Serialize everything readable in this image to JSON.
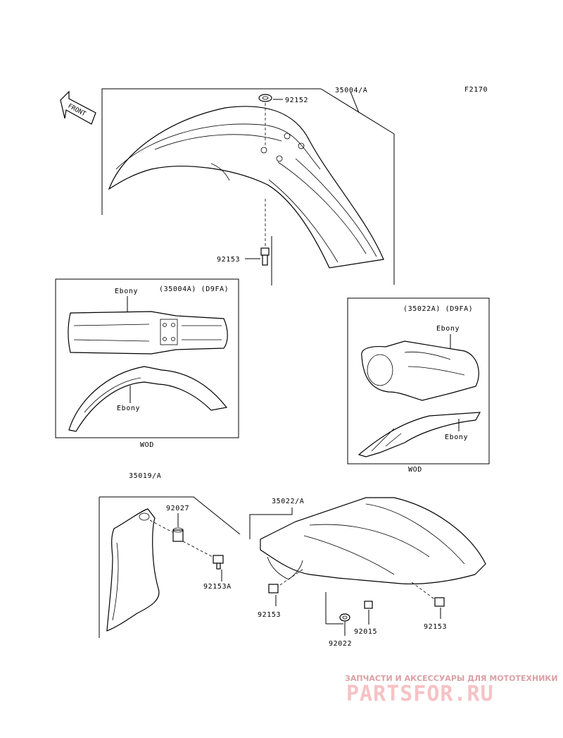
{
  "figure_code": "F2170",
  "front_label": "FRONT",
  "labels": {
    "front_fender_assy": "35004/A",
    "washer_top": "92152",
    "bolt_front": "92153",
    "variant_front_code": "(35004A) (D9FA)",
    "variant_front_color_top": "Ebony",
    "variant_front_color_side": "Ebony",
    "variant_front_suffix": "WOD",
    "variant_rear_code": "(35022A) (D9FA)",
    "variant_rear_color_top": "Ebony",
    "variant_rear_color_side": "Ebony",
    "variant_rear_suffix": "WOD",
    "flap_assy": "35019/A",
    "flap_collar": "92027",
    "flap_bolt": "92153A",
    "rear_fender_assy": "35022/A",
    "rear_bolt_left": "92153",
    "rear_bolt_right": "92153",
    "rear_nut": "92015",
    "rear_collar": "92022"
  },
  "watermark": {
    "tagline": "ЗАПЧАСТИ И АКСЕССУАРЫ ДЛЯ МОТОТЕХНИКИ",
    "brand": "PARTSFOR.RU"
  }
}
